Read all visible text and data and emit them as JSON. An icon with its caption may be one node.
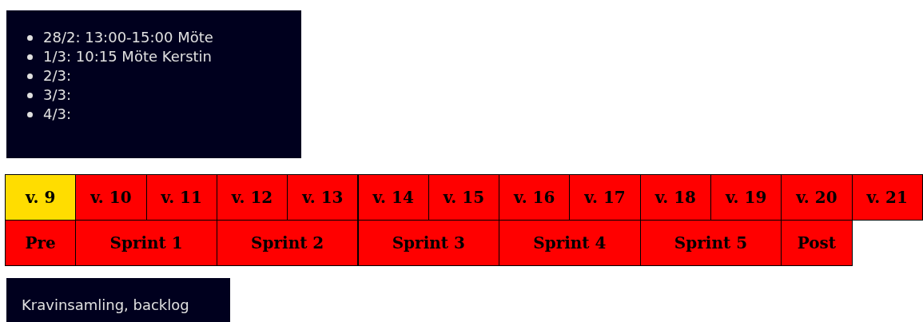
{
  "diagram": {
    "labels": [
      "28/2: 13:00-15:00 Möte",
      "1/3: 10:15 Möte Kerstin",
      "2/3:",
      "3/3:",
      "4/3:",
      "v. 9",
      "v. 10",
      "v. 11",
      "v. 12",
      "v. 13",
      "v. 14",
      "v. 15",
      "v. 16",
      "v. 17",
      "v. 18",
      "v. 19",
      "v. 20",
      "v. 21",
      "Pre",
      "Sprint 1",
      "Sprint 2",
      "Sprint 3",
      "Sprint 4",
      "Sprint 5",
      "Post",
      "Kravinsamling, backlog"
    ]
  }
}
